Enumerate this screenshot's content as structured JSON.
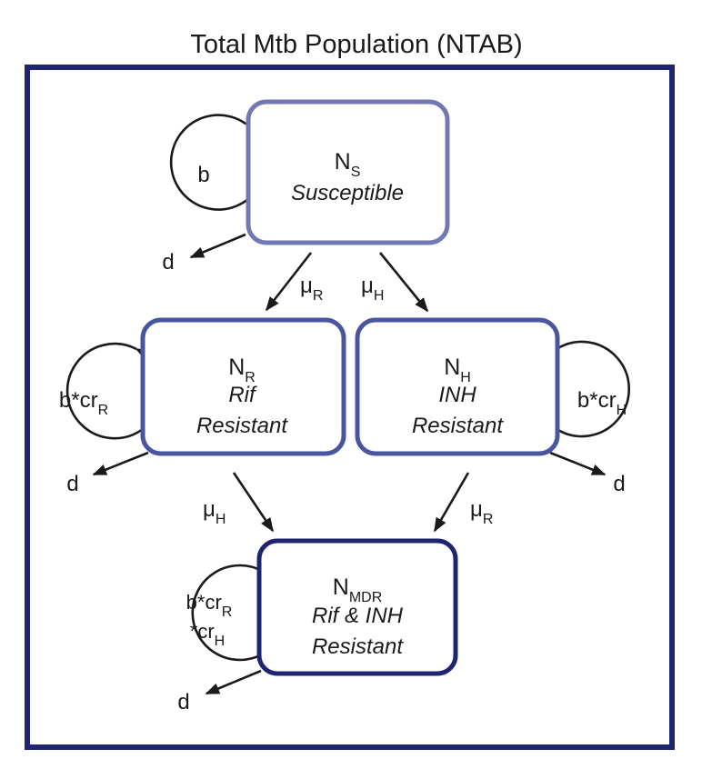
{
  "title": "Total Mtb Population (NTAB)",
  "colors": {
    "outer_border": "#1f2472",
    "susceptible_border": "#7178b2",
    "single_resistant_border": "#4a55a0",
    "mdr_border": "#1f2472",
    "arrow": "#1a1a1a"
  },
  "nodes": {
    "susceptible": {
      "symbol": "N",
      "sub": "S",
      "lines": [
        "Susceptible"
      ]
    },
    "rif": {
      "symbol": "N",
      "sub": "R",
      "lines": [
        "Rif",
        "Resistant"
      ]
    },
    "inh": {
      "symbol": "N",
      "sub": "H",
      "lines": [
        "INH",
        "Resistant"
      ]
    },
    "mdr": {
      "symbol": "N",
      "sub": "MDR",
      "lines": [
        "Rif & INH",
        "Resistant"
      ]
    }
  },
  "loops": {
    "susceptible": {
      "text": "b"
    },
    "rif": {
      "text": "b*cr",
      "sub": "R"
    },
    "inh": {
      "text": "b*cr",
      "sub": "H"
    },
    "mdr": {
      "line1": "b*cr",
      "line1_sub": "R",
      "line2": "*cr",
      "line2_sub": "H"
    }
  },
  "death_label": "d",
  "mutation": {
    "s_to_r": {
      "symbol": "μ",
      "sub": "R"
    },
    "s_to_h": {
      "symbol": "μ",
      "sub": "H"
    },
    "r_to_mdr": {
      "symbol": "μ",
      "sub": "H"
    },
    "h_to_mdr": {
      "symbol": "μ",
      "sub": "R"
    }
  }
}
